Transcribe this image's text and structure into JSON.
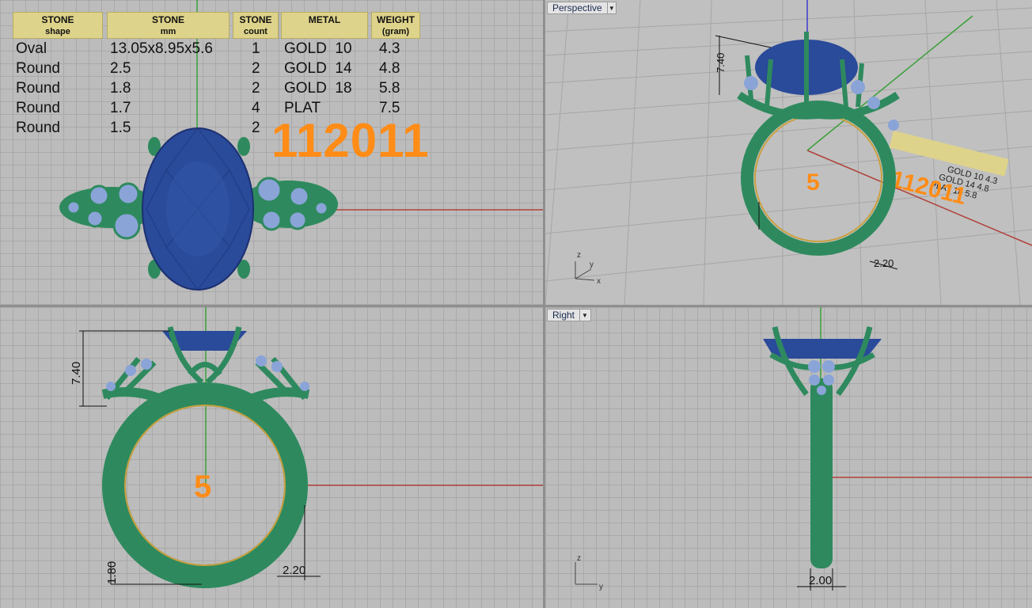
{
  "viewports": {
    "top_left": {
      "name": ""
    },
    "perspective": {
      "name": "Perspective"
    },
    "front": {
      "name": ""
    },
    "right": {
      "name": "Right"
    }
  },
  "table": {
    "headers": [
      {
        "line1": "STONE",
        "line2": "shape"
      },
      {
        "line1": "STONE",
        "line2": "mm"
      },
      {
        "line1": "STONE",
        "line2": "count"
      },
      {
        "line1": "METAL",
        "line2": ""
      },
      {
        "line1": "WEIGHT",
        "line2": "(gram)"
      }
    ],
    "rows": [
      {
        "shape": "Oval",
        "mm": "13.05x8.95x5.6",
        "count": "1",
        "metal": "GOLD  10",
        "weight": "4.3"
      },
      {
        "shape": "Round",
        "mm": "2.5",
        "count": "2",
        "metal": "GOLD  14",
        "weight": "4.8"
      },
      {
        "shape": "Round",
        "mm": "1.8",
        "count": "2",
        "metal": "GOLD  18",
        "weight": "5.8"
      },
      {
        "shape": "Round",
        "mm": "1.7",
        "count": "4",
        "metal": "PLAT",
        "weight": "7.5"
      },
      {
        "shape": "Round",
        "mm": "1.5",
        "count": "2",
        "metal": "",
        "weight": ""
      }
    ]
  },
  "model_id": "112011",
  "ring_size": "5",
  "dimensions": {
    "height": "7.40",
    "band_bottom": "1.80",
    "band_width": "2.20",
    "shank_width": "2.00"
  },
  "axes": {
    "x": "x",
    "y": "y",
    "z": "z"
  },
  "colors": {
    "metal": "#2e8a5e",
    "gem_main": "#2a4a9a",
    "gem_side": "#8aa4d8",
    "label_orange": "#ff8c17",
    "axis_red": "#b0413a",
    "axis_green": "#3aa03a",
    "axis_blue": "#3a3ad0"
  }
}
